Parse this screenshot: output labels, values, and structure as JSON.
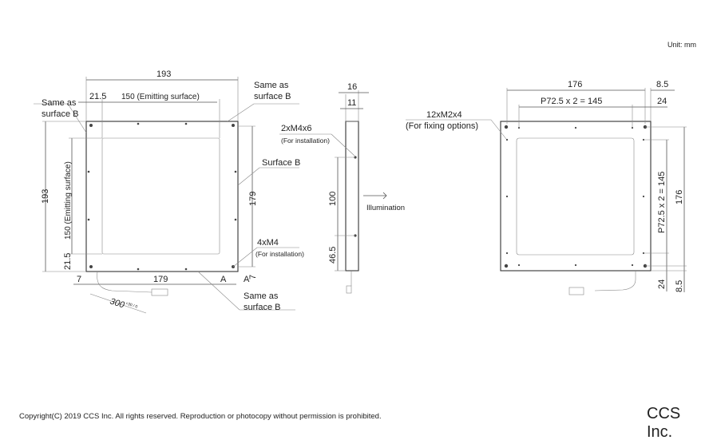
{
  "unit_label": "Unit: mm",
  "front_view": {
    "width_total": "193",
    "offset_left": "21.5",
    "emitting_width": "150 (Emitting surface)",
    "height_total": "193",
    "emitting_height": "150 (Emitting surface)",
    "offset_bottom": "21.5",
    "hole_spacing_v": "179",
    "hole_spacing_h": "179",
    "edge_offset": "7",
    "edge_offset_right": "7",
    "section_a_left": "A",
    "section_a_right": "A",
    "cable_length": "300",
    "cable_tolerance": "+30 / 0",
    "same_as_b_topleft": [
      "Same as",
      "surface B"
    ],
    "same_as_b_topright": [
      "Same as",
      "surface B"
    ],
    "same_as_b_bottom": [
      "Same as",
      "surface B"
    ],
    "surface_b": "Surface B",
    "m4_label": "4xM4",
    "m4_note": "(For installation)"
  },
  "side_view": {
    "depth_total": "16",
    "depth_inner": "11",
    "m4x6_label": "2xM4x6",
    "m4x6_note": "(For installation)",
    "spacing_100": "100",
    "spacing_46_5": "46.5",
    "illumination": "Illumination"
  },
  "rear_view": {
    "width": "176",
    "offset_top_right": "8.5",
    "pitch_h": "P72.5 x 2 = 145",
    "offset_24": "24",
    "m2_label": "12xM2x4",
    "m2_note": "(For fixing options)",
    "pitch_v": "P72.5 x 2 = 145",
    "height": "176",
    "offset_24_bottom": "24",
    "offset_8_5_bottom": "8.5"
  },
  "footer": {
    "copyright": "Copyright(C) 2019 CCS Inc. All rights reserved. Reproduction or photocopy without permission is prohibited.",
    "brand": "CCS Inc."
  }
}
